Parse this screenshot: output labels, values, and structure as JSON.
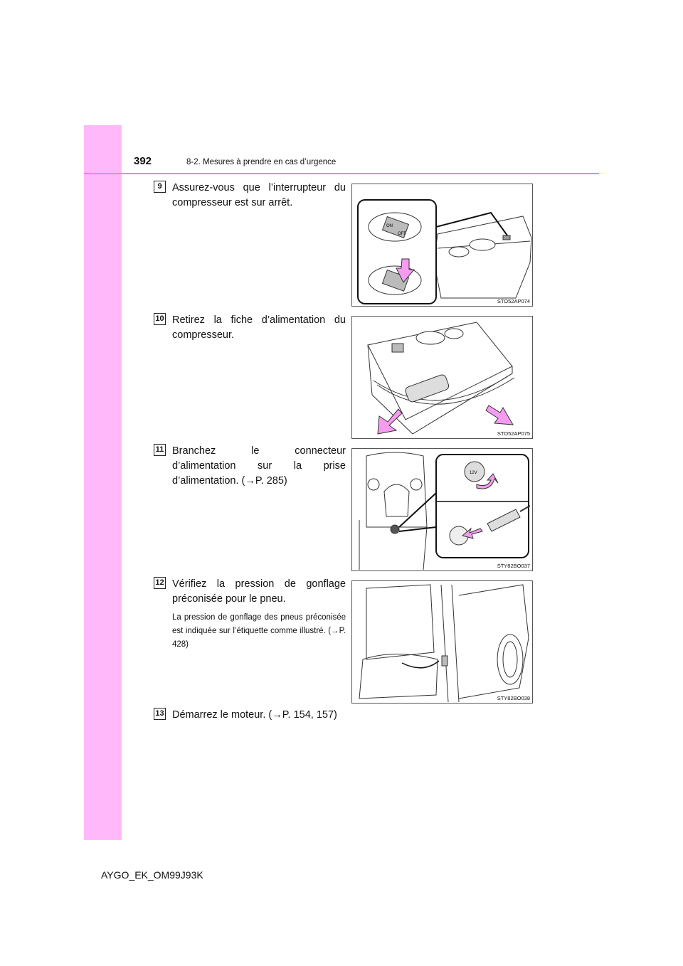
{
  "header": {
    "page_number": "392",
    "section": "8-2. Mesures à prendre en cas d’urgence"
  },
  "steps": [
    {
      "num": "9",
      "text": "Assurez-vous que l’interrupteur du compresseur est sur arrêt.",
      "figure_code": "STO52AP074"
    },
    {
      "num": "10",
      "text": "Retirez la fiche d’alimentation du compresseur.",
      "figure_code": "STO52AP075"
    },
    {
      "num": "11",
      "text": "Branchez le connecteur d’alimentation sur la prise d’alimentation. (→P. 285)",
      "figure_code": "STY82BO037"
    },
    {
      "num": "12",
      "text": "Vérifiez la pression de gonflage préconisée pour le pneu.",
      "note": "La pression de gonflage des pneus préconisée est indiquée sur l’étiquette comme illustré. (→P. 428)",
      "figure_code": "STY82BO038"
    },
    {
      "num": "13",
      "text": "Démarrez le moteur. (→P. 154, 157)"
    }
  ],
  "figure_labels": {
    "switch_on": "ON",
    "switch_off": "OFF",
    "socket": "12V"
  },
  "footer": {
    "doc_code": "AYGO_EK_OM99J93K"
  },
  "colors": {
    "sidebar": "#ffb9fb",
    "header_line": "#f47cf0",
    "arrow": "#f59cf0"
  }
}
